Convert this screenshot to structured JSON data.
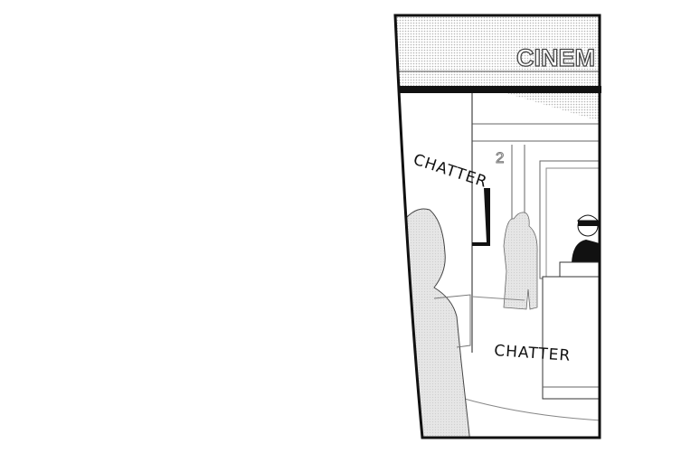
{
  "panel": {
    "sign_text": "CINEM",
    "floor_number": "2",
    "sfx": [
      "CHATTER",
      "CHATTER"
    ]
  },
  "colors": {
    "ink": "#111111",
    "screentone": "#d9d9d9",
    "paper": "#ffffff"
  }
}
